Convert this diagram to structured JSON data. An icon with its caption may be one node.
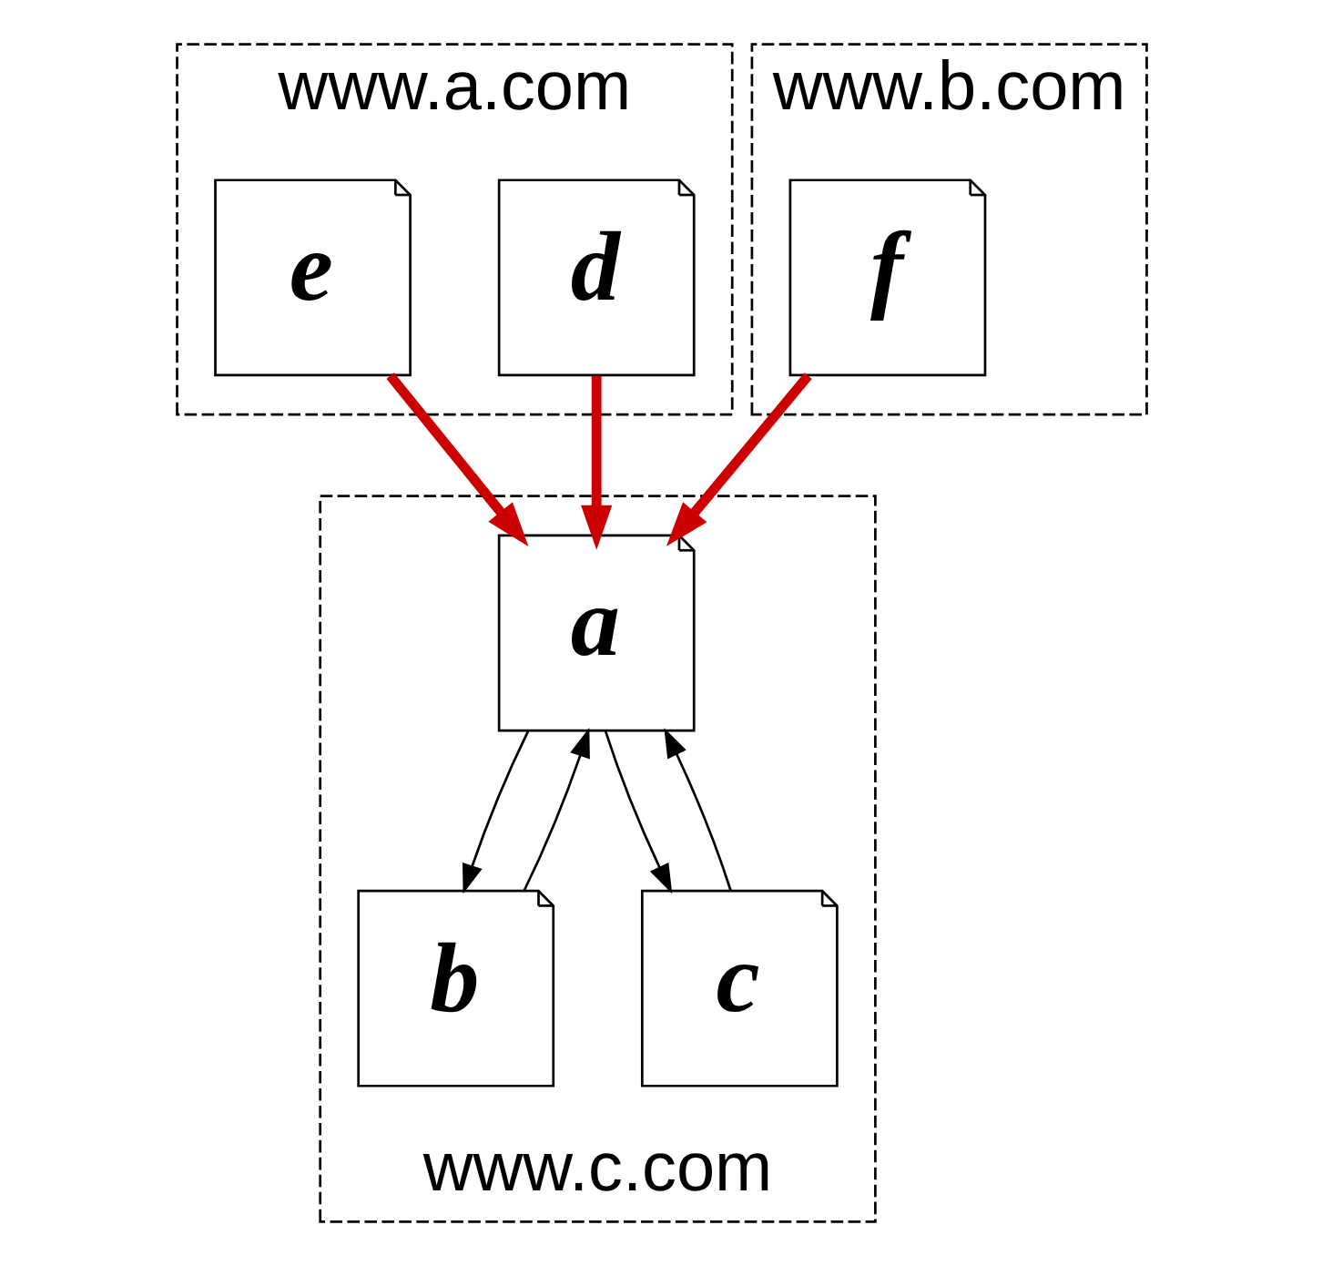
{
  "diagram": {
    "nodes": [
      {
        "text": [
          "www.a.com"
        ]
      },
      {
        "text": [
          "d"
        ],
        "in": 0
      },
      {
        "text": [
          "e"
        ],
        "in": 0
      },
      {
        "text": [
          "www.b.com"
        ]
      },
      {
        "text": [
          "f"
        ],
        "in": 3
      },
      {
        "text": [
          "www.c.com"
        ]
      },
      {
        "text": [
          "a"
        ],
        "in": 5
      },
      {
        "text": [
          "b"
        ],
        "in": 5
      },
      {
        "text": [
          "c"
        ],
        "in": 5
      }
    ],
    "edges": [
      {
        "from": 1,
        "to": 6,
        "arrow": "to",
        "style": "thick",
        "color": "#cc0000"
      },
      {
        "from": 2,
        "to": 6,
        "arrow": "to",
        "style": "thick",
        "color": "#cc0000"
      },
      {
        "from": 4,
        "to": 6,
        "arrow": "to",
        "style": "thick",
        "color": "#cc0000"
      },
      {
        "from": 6,
        "to": 7,
        "arrow": "to"
      },
      {
        "from": 6,
        "to": 8,
        "arrow": "to"
      },
      {
        "from": 7,
        "to": 6,
        "arrow": "to"
      },
      {
        "from": 8,
        "to": 6,
        "arrow": "to"
      }
    ]
  }
}
